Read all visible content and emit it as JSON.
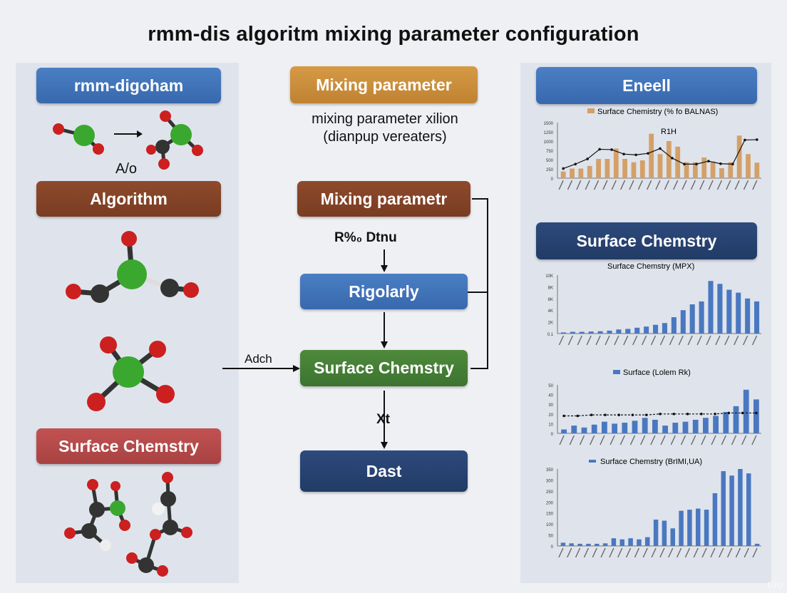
{
  "title": "rmm-dis algoritm mixing parameter configuration",
  "left": {
    "box1": "rmm-digoham",
    "arrow_label": "A/o",
    "box2": "Algorithm",
    "box3": "Surface Chemstry"
  },
  "middle": {
    "box1": "Mixing parameter",
    "subtitle_line1": "mixing parameter xilion",
    "subtitle_line2": "(dianpup vereaters)",
    "box2": "Mixing parametr",
    "label1": "R%₀ Dtnu",
    "box3": "Rigolarly",
    "left_arrow_label": "Adch",
    "box4": "Surface Chemstry",
    "label2": "Xt",
    "box5": "Dast"
  },
  "right": {
    "box1": "Eneell",
    "box2": "Surface Chemstry",
    "watermark": "Gro"
  },
  "colors": {
    "bar_orange": "#d4a068",
    "bar_blue": "#4a78c0",
    "line": "#111111",
    "atom_green": "#3aa82e",
    "atom_red": "#cc1f1f",
    "atom_dark": "#333333"
  },
  "chart_data": [
    {
      "type": "bar",
      "title": "Surface Chemistry (% fo BALNAS)",
      "annotation": "R1H",
      "yticks": [
        "1500",
        "1250",
        "1000",
        "750",
        "500",
        "250",
        "0"
      ],
      "ylim": [
        0,
        1500
      ],
      "series": [
        {
          "values": [
            180,
            260,
            260,
            330,
            520,
            520,
            800,
            520,
            430,
            480,
            1200,
            650,
            1000,
            850,
            430,
            430,
            560,
            450,
            270,
            430,
            1150,
            650,
            420
          ]
        },
        {
          "type": "line",
          "values": [
            260,
            380,
            520,
            780,
            770,
            650,
            630,
            670,
            800,
            540,
            380,
            380,
            460,
            390,
            380,
            1030,
            1040
          ]
        }
      ]
    },
    {
      "type": "bar",
      "title": "Surface Chemstry (MPX)",
      "yticks": [
        "10K",
        "8K",
        "6K",
        "4K",
        "2K",
        "0.1"
      ],
      "ylim": [
        0,
        10000
      ],
      "series": [
        {
          "values": [
            200,
            300,
            300,
            350,
            400,
            500,
            700,
            800,
            1000,
            1200,
            1500,
            1800,
            2800,
            4000,
            5000,
            5500,
            9000,
            8500,
            7500,
            7000,
            6000,
            5500
          ]
        }
      ]
    },
    {
      "type": "bar",
      "title": "Surface (Lolem Rk)",
      "yticks": [
        "50",
        "40",
        "30",
        "20",
        "10",
        "0"
      ],
      "ylim": [
        0,
        50
      ],
      "series": [
        {
          "values": [
            4,
            8,
            6,
            9,
            12,
            10,
            11,
            13,
            16,
            14,
            8,
            11,
            12,
            14,
            16,
            18,
            22,
            28,
            45,
            35
          ]
        },
        {
          "type": "line",
          "values": [
            18,
            18,
            19,
            19,
            19,
            19,
            19,
            20,
            20,
            20,
            20,
            20,
            21,
            21,
            21
          ]
        }
      ]
    },
    {
      "type": "bar",
      "title": "Surface Chemstry (BrIMI,UA)",
      "yticks": [
        "350",
        "300",
        "250",
        "200",
        "150",
        "100",
        "50",
        "0"
      ],
      "ylim": [
        0,
        350
      ],
      "series": [
        {
          "values": [
            15,
            12,
            10,
            10,
            10,
            12,
            35,
            30,
            35,
            30,
            40,
            120,
            115,
            80,
            160,
            165,
            170,
            165,
            240,
            340,
            320,
            350,
            330,
            10
          ]
        }
      ]
    }
  ]
}
